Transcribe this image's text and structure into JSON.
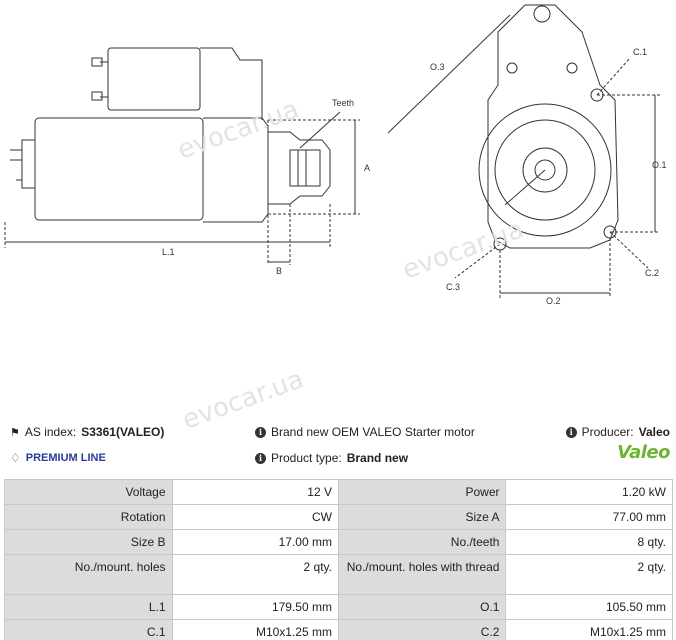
{
  "drawing": {
    "side_labels": {
      "teeth": "Teeth",
      "a": "A",
      "l1": "L.1",
      "b": "B"
    },
    "front_labels": {
      "o3": "O.3",
      "c1": "C.1",
      "o1": "O.1",
      "c2": "C.2",
      "c3": "C.3",
      "o2": "O.2"
    },
    "watermark": "evocar.ua"
  },
  "info": {
    "as_index_label": "AS index:",
    "as_index_value": "S3361(VALEO)",
    "description": "Brand new OEM VALEO Starter motor",
    "producer_label": "Producer:",
    "producer_value": "Valeo",
    "premium": "PREMIUM LINE",
    "product_type_label": "Product type:",
    "product_type_value": "Brand new",
    "logo_text": "Valeo",
    "colors": {
      "premium": "#2a3a9a",
      "logo": "#6cb531",
      "label_bg": "#dcdcdc"
    }
  },
  "specs": [
    {
      "k1": "Voltage",
      "v1": "12 V",
      "k2": "Power",
      "v2": "1.20 kW"
    },
    {
      "k1": "Rotation",
      "v1": "CW",
      "k2": "Size A",
      "v2": "77.00 mm"
    },
    {
      "k1": "Size B",
      "v1": "17.00 mm",
      "k2": "No./teeth",
      "v2": "8 qty."
    },
    {
      "k1": "No./mount. holes",
      "v1": "2 qty.",
      "k2": "No./mount. holes with thread",
      "v2": "2 qty."
    },
    {
      "k1": "L.1",
      "v1": "179.50 mm",
      "k2": "O.1",
      "v2": "105.50 mm"
    },
    {
      "k1": "C.1",
      "v1": "M10x1.25 mm",
      "k2": "C.2",
      "v2": "M10x1.25 mm"
    }
  ]
}
